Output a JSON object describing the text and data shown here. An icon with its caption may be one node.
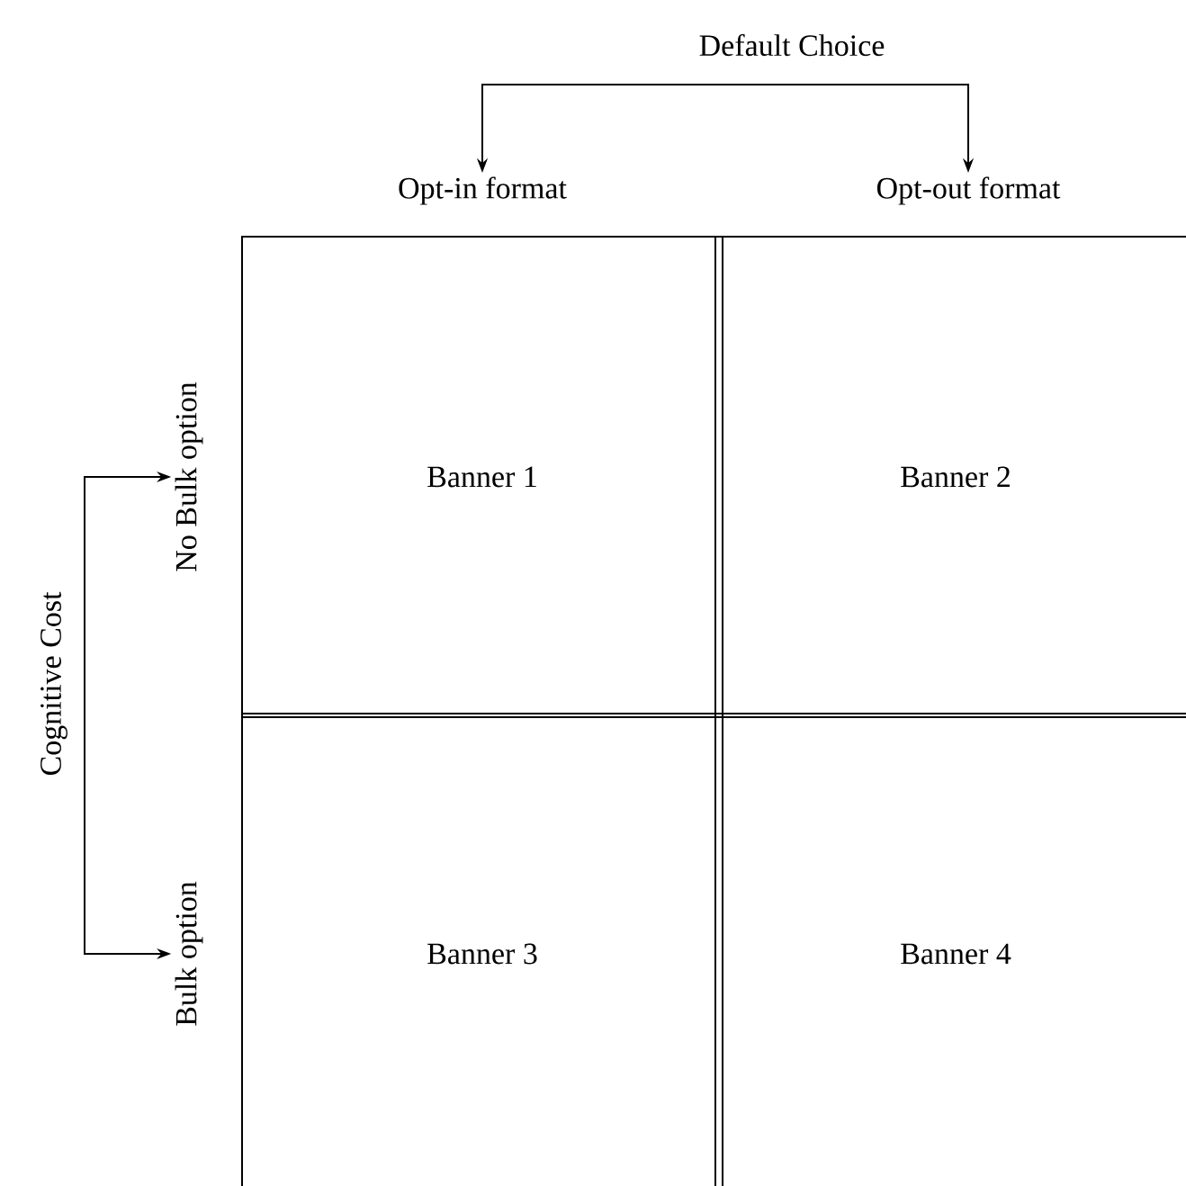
{
  "diagram": {
    "nodes": [
      {
        "text": [
          "Default Choice"
        ]
      },
      {
        "text": [
          "Opt-in format"
        ]
      },
      {
        "text": [
          "Opt-out format"
        ]
      },
      {
        "text": [
          "Cognitive Cost"
        ]
      },
      {
        "text": [
          "No Bulk option"
        ]
      },
      {
        "text": [
          "Bulk option"
        ]
      },
      {
        "text": [
          "Banner 1"
        ]
      },
      {
        "text": [
          "Banner 2"
        ]
      },
      {
        "text": [
          "Banner 3"
        ]
      },
      {
        "text": [
          "Banner 4"
        ]
      }
    ],
    "edges": [
      {
        "from": 0,
        "to": 1,
        "arrow": "to"
      },
      {
        "from": 0,
        "to": 2,
        "arrow": "to"
      },
      {
        "from": 3,
        "to": 4,
        "arrow": "to"
      },
      {
        "from": 3,
        "to": 5,
        "arrow": "to"
      }
    ]
  }
}
